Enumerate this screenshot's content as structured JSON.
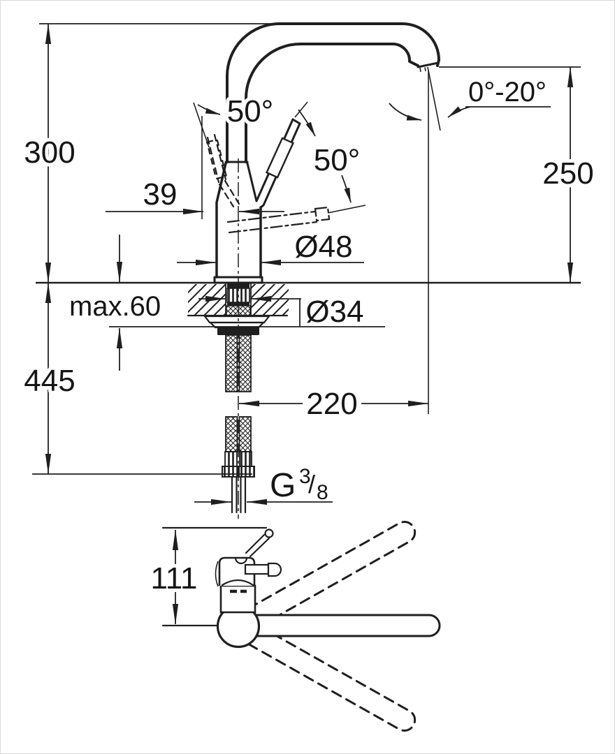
{
  "drawing": {
    "kind": "technical-dimension-drawing",
    "subject": "single-lever kitchen faucet with high swivel spout, front view and top view",
    "units": "mm",
    "colors": {
      "line": "#1f1f1f",
      "background": "#ffffff",
      "border": "#d9d9d9"
    },
    "labels": {
      "height_above_deck": "300",
      "handle_clearance": "39",
      "handle_angle_left": "50°",
      "handle_angle_right": "50°",
      "outlet_swivel_range": "0°-20°",
      "outlet_height": "250",
      "body_diameter": "Ø48",
      "deck_max_thickness": "max.60",
      "hole_diameter": "Ø34",
      "height_below_deck": "445",
      "spout_reach": "220",
      "thread_letter": "G",
      "thread_numerator": "3",
      "thread_slash": "/",
      "thread_denominator": "8",
      "handle_height_top_view": "111"
    }
  }
}
